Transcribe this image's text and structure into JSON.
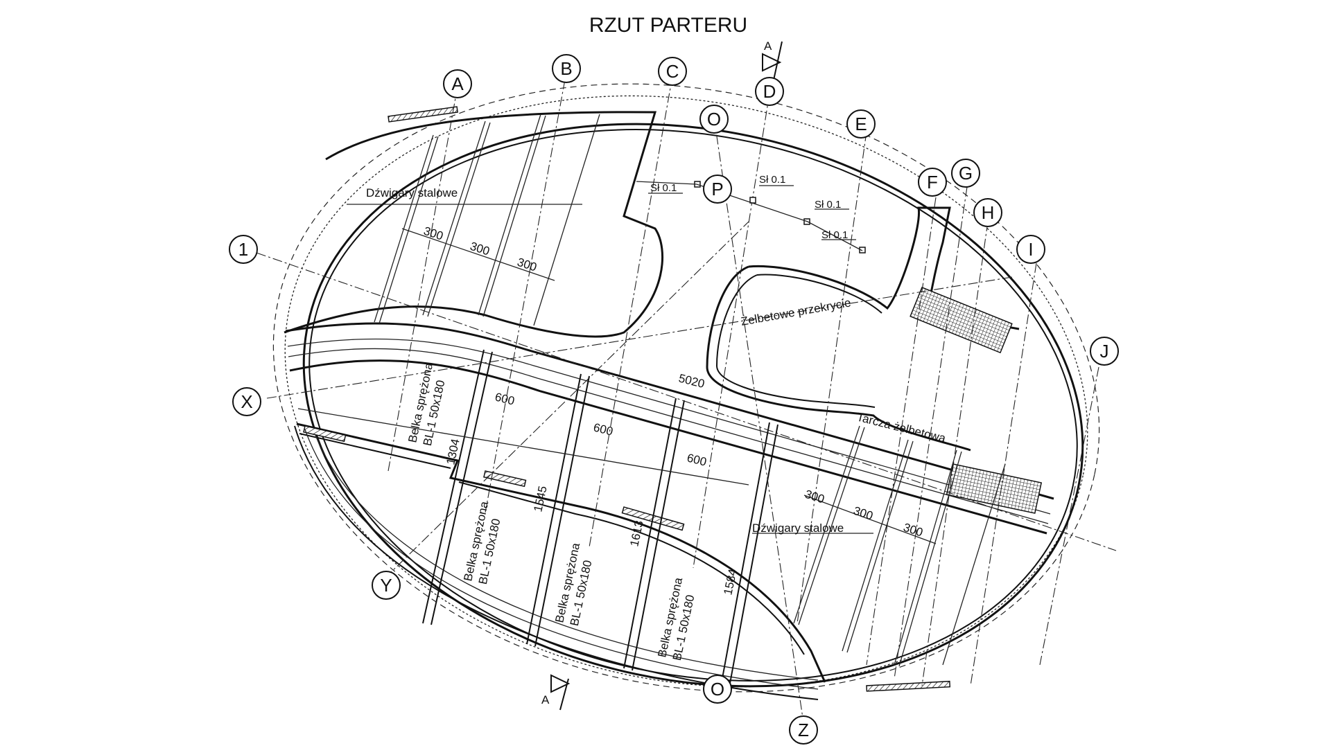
{
  "title": "RZUT PARTERU",
  "section_marker": "A",
  "labels": {
    "dzwigary_1": "Dźwigary stalowe",
    "dzwigary_2": "Dźwigary stalowe",
    "zelbetowe": "Żelbetowe przekrycie",
    "tarcza": "Tarcza żelbetowa",
    "belka_name": "Belka sprężona",
    "belka_code": "BL-1 50x180",
    "slup": "Sł 0.1"
  },
  "dimensions": {
    "d300": "300",
    "d600": "600",
    "d5020": "5020",
    "d1304": "1304",
    "d1545": "1545",
    "d1613": "1613",
    "d1584": "1584"
  },
  "axes": {
    "A": "A",
    "B": "B",
    "C": "C",
    "D": "D",
    "E": "E",
    "F": "F",
    "G": "G",
    "H": "H",
    "I": "I",
    "J": "J",
    "O": "O",
    "P": "P",
    "X": "X",
    "Y": "Y",
    "Z": "Z",
    "one": "1"
  }
}
